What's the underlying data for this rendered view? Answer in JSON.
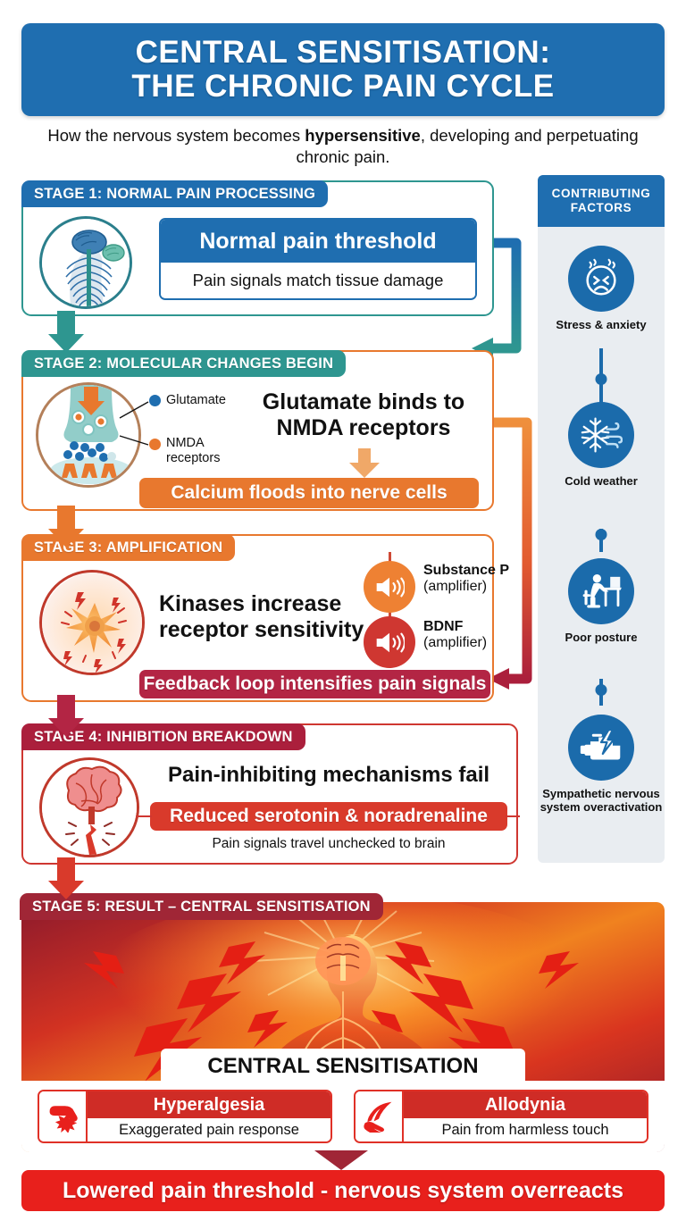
{
  "header": {
    "title_line1": "CENTRAL SENSITISATION:",
    "title_line2": "THE CHRONIC PAIN CYCLE",
    "subtitle_a": "How the nervous system becomes ",
    "subtitle_bold": "hypersensitive",
    "subtitle_b": ", developing and perpetuating chronic pain."
  },
  "colors": {
    "blue": "#1f6eb0",
    "teal": "#2e9690",
    "orange": "#e8782e",
    "crimson": "#ab1f3c",
    "red": "#e8201c",
    "sidebar_bg": "#e9edf1"
  },
  "stage1": {
    "badge": "STAGE 1: NORMAL PAIN PROCESSING",
    "headline": "Normal pain threshold",
    "detail": "Pain signals match tissue damage",
    "illustration": "nervous-system-icon"
  },
  "stage2": {
    "badge": "STAGE 2: MOLECULAR CHANGES BEGIN",
    "headline": "Glutamate binds to NMDA receptors",
    "band": "Calcium floods into nerve cells",
    "legend": [
      {
        "label": "Glutamate",
        "color": "#1f6eb0"
      },
      {
        "label": "NMDA receptors",
        "color": "#e8782e"
      }
    ],
    "illustration": "synapse-icon"
  },
  "stage3": {
    "badge": "STAGE 3: AMPLIFICATION",
    "headline": "Kinases increase receptor sensitivity",
    "band": "Feedback loop intensifies pain signals",
    "amplifiers": [
      {
        "name": "Substance P",
        "note": "(amplifier)",
        "color": "#ee8133"
      },
      {
        "name": "BDNF",
        "note": "(amplifier)",
        "color": "#cf3731"
      }
    ],
    "illustration": "firing-neuron-icon"
  },
  "stage4": {
    "badge": "STAGE 4: INHIBITION BREAKDOWN",
    "headline": "Pain-inhibiting mechanisms fail",
    "band": "Reduced serotonin & noradrenaline",
    "detail": "Pain signals travel unchecked to brain",
    "illustration": "brain-broken-signal-icon"
  },
  "stage5": {
    "badge": "STAGE 5: RESULT – CENTRAL SENSITISATION",
    "caption": "CENTRAL SENSITISATION",
    "cards": [
      {
        "title": "Hyperalgesia",
        "desc": "Exaggerated pain response",
        "icon": "hand-pain-icon"
      },
      {
        "title": "Allodynia",
        "desc": "Pain from harmless touch",
        "icon": "feather-touch-icon"
      }
    ],
    "final_band": "Lowered pain threshold - nervous system overreacts",
    "illustration": "sensitised-body-icon"
  },
  "sidebar": {
    "title_line1": "CONTRIBUTING",
    "title_line2": "FACTORS",
    "factors": [
      {
        "label": "Stress & anxiety",
        "icon": "stressed-face-icon"
      },
      {
        "label": "Cold weather",
        "icon": "snowflake-wind-icon"
      },
      {
        "label": "Poor posture",
        "icon": "desk-sitting-icon"
      },
      {
        "label": "Sympathetic nervous system overactivation",
        "icon": "engine-bolt-icon"
      }
    ]
  }
}
